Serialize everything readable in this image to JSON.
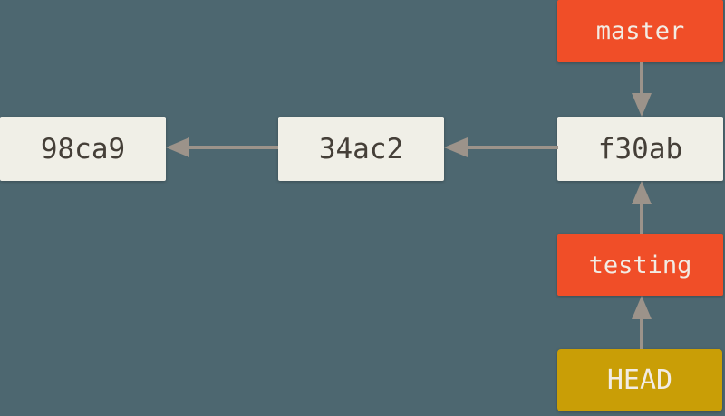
{
  "colors": {
    "background": "#4D6770",
    "commit_box": "#F0EFE7",
    "commit_text": "#453F38",
    "branch_box": "#F04E28",
    "branch_text": "#F2ECE4",
    "head_box": "#C99E06",
    "head_text": "#F2ECE4",
    "arrow": "#9C938A"
  },
  "diagram": {
    "type": "git-commit-graph",
    "commits": [
      {
        "id": "98ca9"
      },
      {
        "id": "34ac2"
      },
      {
        "id": "f30ab"
      }
    ],
    "branches": [
      {
        "name": "master",
        "points_to": "f30ab"
      },
      {
        "name": "testing",
        "points_to": "f30ab"
      }
    ],
    "head": {
      "label": "HEAD",
      "points_to": "testing"
    },
    "edges": [
      {
        "from": "f30ab",
        "to": "34ac2",
        "direction": "left"
      },
      {
        "from": "34ac2",
        "to": "98ca9",
        "direction": "left"
      },
      {
        "from": "master",
        "to": "f30ab",
        "direction": "down"
      },
      {
        "from": "testing",
        "to": "f30ab",
        "direction": "up"
      },
      {
        "from": "HEAD",
        "to": "testing",
        "direction": "up"
      }
    ]
  }
}
